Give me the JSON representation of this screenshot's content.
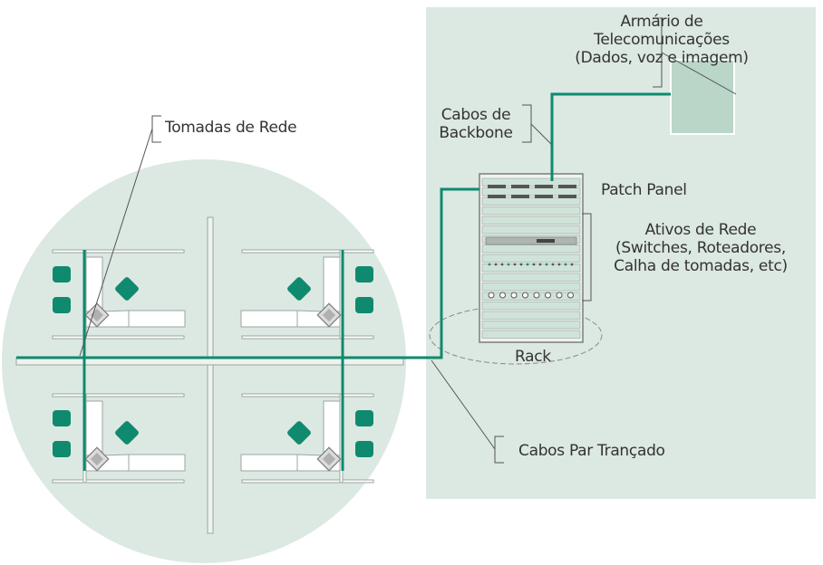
{
  "labels": {
    "armario": [
      "Armário de",
      "Telecomunicações",
      "(Dados, voz e imagem)"
    ],
    "cabos_backbone": [
      "Cabos de",
      "Backbone"
    ],
    "tomadas": "Tomadas de Rede",
    "patch_panel": "Patch Panel",
    "ativos": [
      "Ativos de Rede",
      "(Switches, Roteadores,",
      "Calha de tomadas, etc)"
    ],
    "rack": "Rack",
    "par_trancado": "Cabos Par Trançado"
  },
  "colors": {
    "room_fill": "#dce8e2",
    "cable": "#0f8a6e",
    "chair": "#0f8a6e",
    "leader": "#555555"
  }
}
